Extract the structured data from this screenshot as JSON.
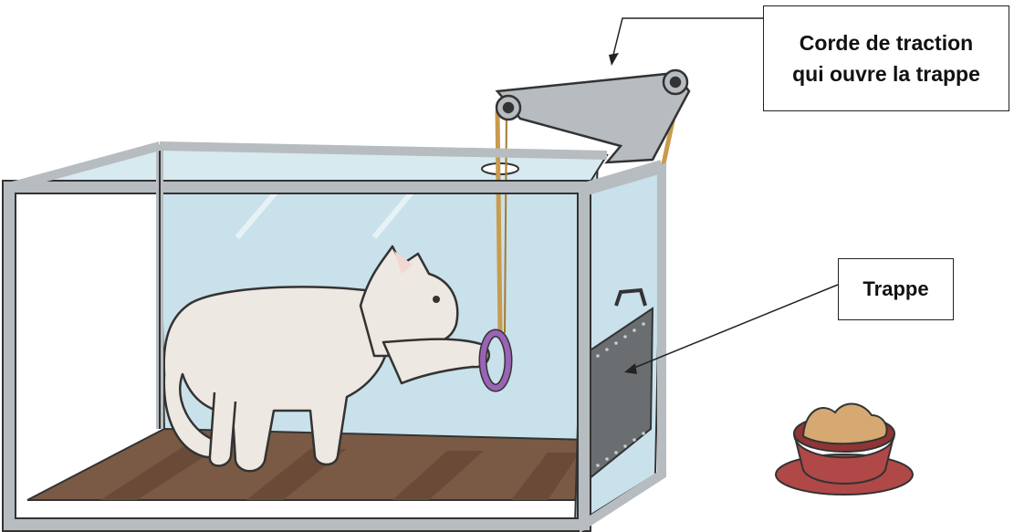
{
  "labels": {
    "rope_line1": "Corde de traction",
    "rope_line2": "qui ouvre la trappe",
    "trap": "Trappe"
  },
  "colors": {
    "glass": "#c9e1ea",
    "frame": "#b7bcc0",
    "frame_dark": "#8d9296",
    "floor": "#7a5a45",
    "floor_stripe": "#6a4b38",
    "cat": "#eee8e2",
    "rope": "#c89b4e",
    "ring": "#9a63b6",
    "trap": "#6b6e70",
    "bowl": "#b04848",
    "food": "#d6a872"
  }
}
